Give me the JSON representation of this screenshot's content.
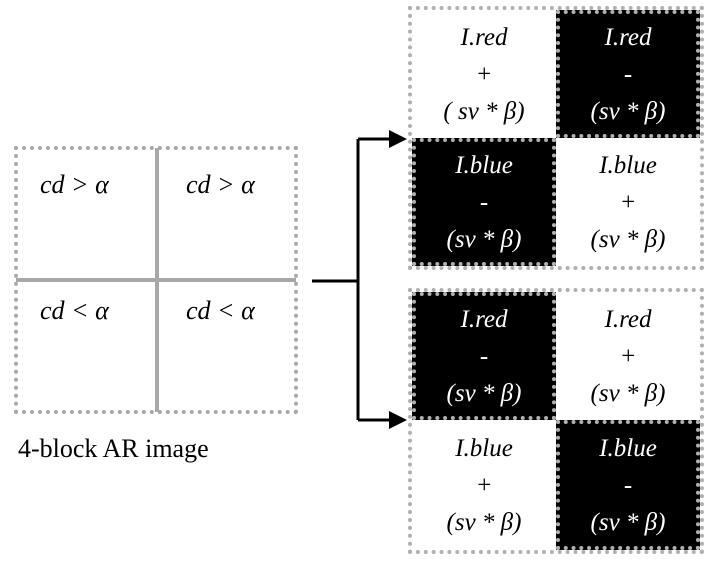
{
  "left_block": {
    "top_left": "cd > α",
    "top_right": "cd > α",
    "bottom_left": "cd < α",
    "bottom_right": "cd < α",
    "caption": "4-block AR image"
  },
  "top_grid": {
    "cell_tl": {
      "line1": "I.red",
      "line2": "+",
      "line3": "( sv * β)",
      "fill": "white"
    },
    "cell_tr": {
      "line1": "I.red",
      "line2": "-",
      "line3": "(sv * β)",
      "fill": "black"
    },
    "cell_bl": {
      "line1": "I.blue",
      "line2": "-",
      "line3": "(sv * β)",
      "fill": "black"
    },
    "cell_br": {
      "line1": "I.blue",
      "line2": "+",
      "line3": "(sv * β)",
      "fill": "white"
    }
  },
  "bottom_grid": {
    "cell_tl": {
      "line1": "I.red",
      "line2": "-",
      "line3": "(sv * β)",
      "fill": "black"
    },
    "cell_tr": {
      "line1": "I.red",
      "line2": "+",
      "line3": "(sv * β)",
      "fill": "white"
    },
    "cell_bl": {
      "line1": "I.blue",
      "line2": "+",
      "line3": "(sv * β)",
      "fill": "white"
    },
    "cell_br": {
      "line1": "I.blue",
      "line2": "-",
      "line3": "(sv * β)",
      "fill": "black"
    }
  },
  "colors": {
    "dotted_border": "#a8a8a8",
    "dark_cell": "#000000",
    "light_cell": "#ffffff",
    "arrow": "#000000"
  }
}
